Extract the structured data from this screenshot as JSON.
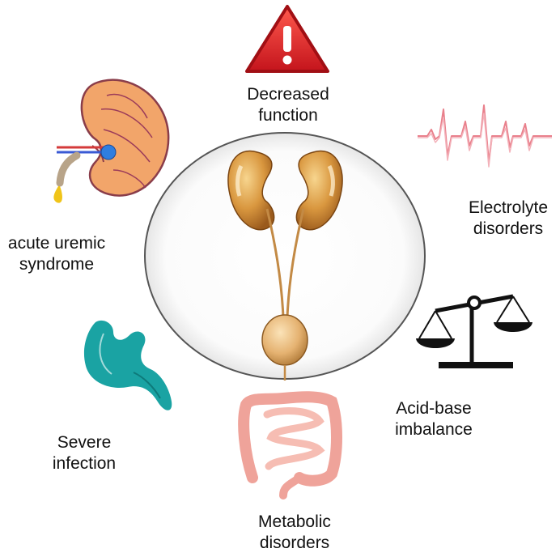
{
  "labels": {
    "decreased_function": [
      "Decreased",
      "function"
    ],
    "electrolyte_disorders": [
      "Electrolyte",
      "disorders"
    ],
    "acute_uremic_syndrome": [
      "acute uremic",
      "syndrome"
    ],
    "acid_base_imbalance": [
      "Acid-base",
      "imbalance"
    ],
    "severe_infection": [
      "Severe",
      "infection"
    ],
    "metabolic_disorders": [
      "Metabolic",
      "disorders"
    ]
  },
  "icons": {
    "center": "kidneys-and-bladder-icon",
    "top": "warning-triangle-icon",
    "top_right": "ecg-waveform-icon",
    "top_left": "kidney-cross-section-icon",
    "right": "balance-scale-icon",
    "left": "stomach-icon",
    "bottom": "intestines-icon"
  },
  "colors": {
    "warning_red": "#e0242a",
    "ecg_pink": "#e9808c",
    "stomach_teal": "#1aa3a3",
    "kidney_orange": "#c98c3c",
    "intestine_pink": "#efa39a",
    "circle_outline": "#555555"
  }
}
